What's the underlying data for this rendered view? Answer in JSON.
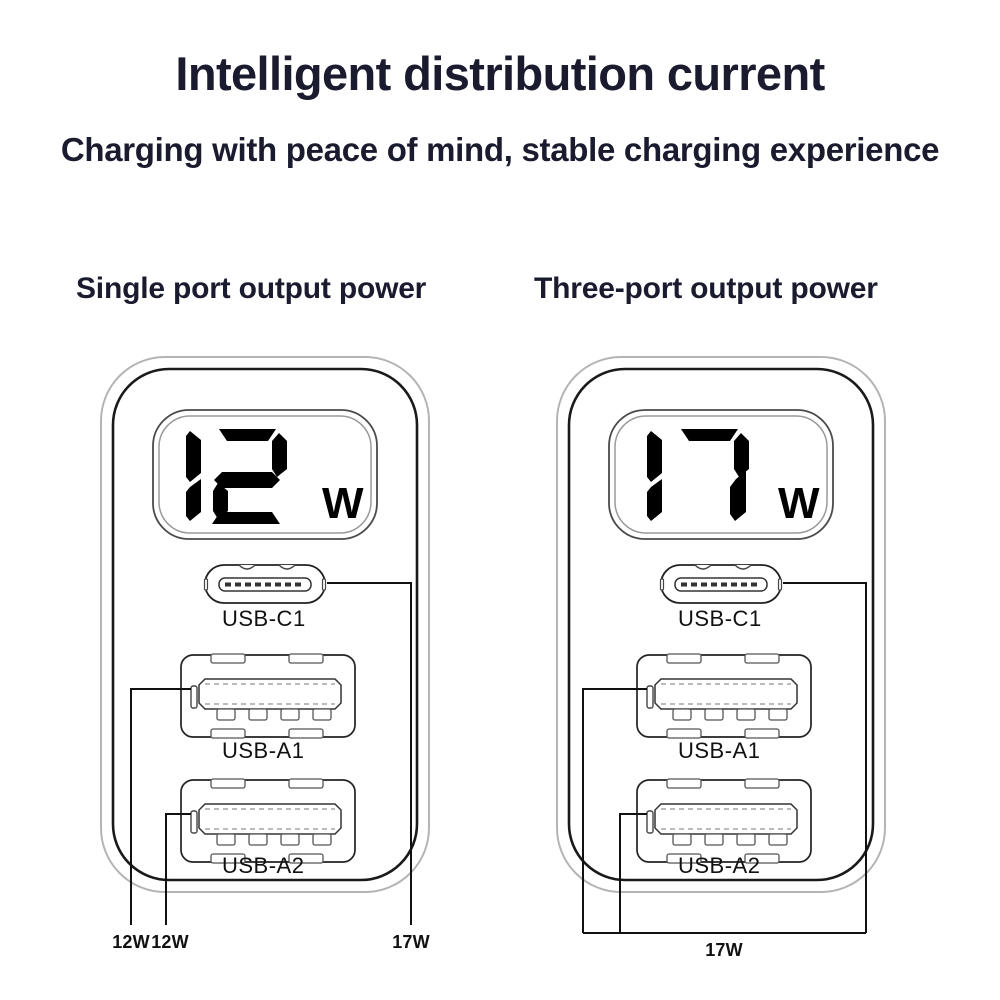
{
  "header": {
    "title": "Intelligent distribution current",
    "subtitle": "Charging with peace of mind, stable charging experience",
    "title_color": "#1a1b2e"
  },
  "panels": [
    {
      "id": "single-port",
      "heading": "Single port output power",
      "display": {
        "value": "12",
        "unit": "W",
        "digits": [
          "1",
          "2"
        ]
      },
      "ports": [
        {
          "id": "usb-c1",
          "label": "USB-C1",
          "type": "usb-c"
        },
        {
          "id": "usb-a1",
          "label": "USB-A1",
          "type": "usb-a"
        },
        {
          "id": "usb-a2",
          "label": "USB-A2",
          "type": "usb-a"
        }
      ],
      "callouts": [
        {
          "id": "callout-a1",
          "label": "12W",
          "port": "usb-a1"
        },
        {
          "id": "callout-a2",
          "label": "12W",
          "port": "usb-a2"
        },
        {
          "id": "callout-c1",
          "label": "17W",
          "port": "usb-c1"
        }
      ]
    },
    {
      "id": "three-port",
      "heading": "Three-port output power",
      "display": {
        "value": "17",
        "unit": "W",
        "digits": [
          "1",
          "7"
        ]
      },
      "ports": [
        {
          "id": "usb-c1",
          "label": "USB-C1",
          "type": "usb-c"
        },
        {
          "id": "usb-a1",
          "label": "USB-A1",
          "type": "usb-a"
        },
        {
          "id": "usb-a2",
          "label": "USB-A2",
          "type": "usb-a"
        }
      ],
      "callouts": [
        {
          "id": "callout-total",
          "label": "17W",
          "port": "all"
        }
      ]
    }
  ],
  "colors": {
    "background": "#ffffff",
    "ink": "#111111",
    "text": "#1a1b2e",
    "lcd_segment": "#000000",
    "outline_light": "#9a9a9a"
  }
}
